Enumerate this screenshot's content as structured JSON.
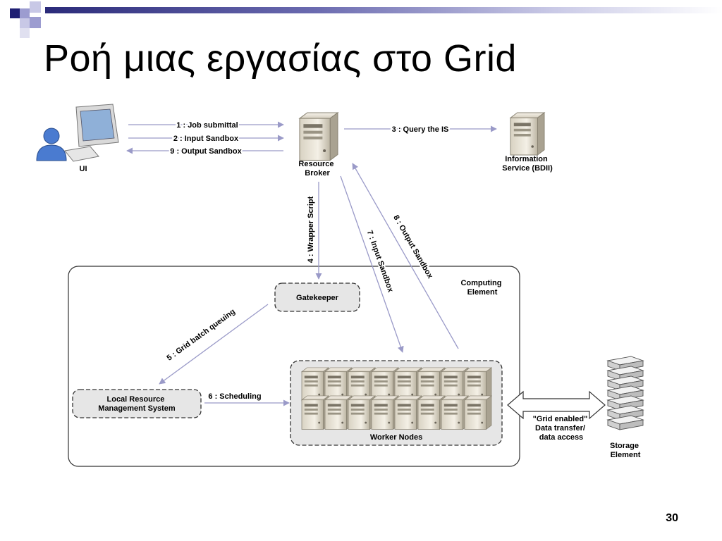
{
  "slide": {
    "title": "Ροή μιας εργασίας στο Grid",
    "page_number": "30"
  },
  "nodes": {
    "ui": "UI",
    "resource_broker": "Resource\nBroker",
    "information_service": "Information\nService (BDII)",
    "gatekeeper": "Gatekeeper",
    "computing_element": "Computing\nElement",
    "lrms": "Local Resource\nManagement System",
    "worker_nodes": "Worker Nodes",
    "storage_element": "Storage\nElement",
    "grid_data_transfer": "\"Grid enabled\"\nData transfer/\ndata access"
  },
  "arrows": {
    "job_submittal": "1 : Job submittal",
    "input_sandbox_ui": "2 : Input Sandbox",
    "query_is": "3 : Query the IS",
    "wrapper_script": "4 : Wrapper Script",
    "grid_batch_queuing": "5 : Grid batch queuing",
    "scheduling": "6 : Scheduling",
    "input_sandbox_wn": "7 : Input Sandbox",
    "output_sandbox_wn": "8 : Output Sandbox",
    "output_sandbox_ui": "9 : Output Sandbox"
  },
  "colors": {
    "arrow": "#9a9ac8",
    "title_bar_dark": "#2b2b7a",
    "box_fill": "#e6e6e6"
  }
}
